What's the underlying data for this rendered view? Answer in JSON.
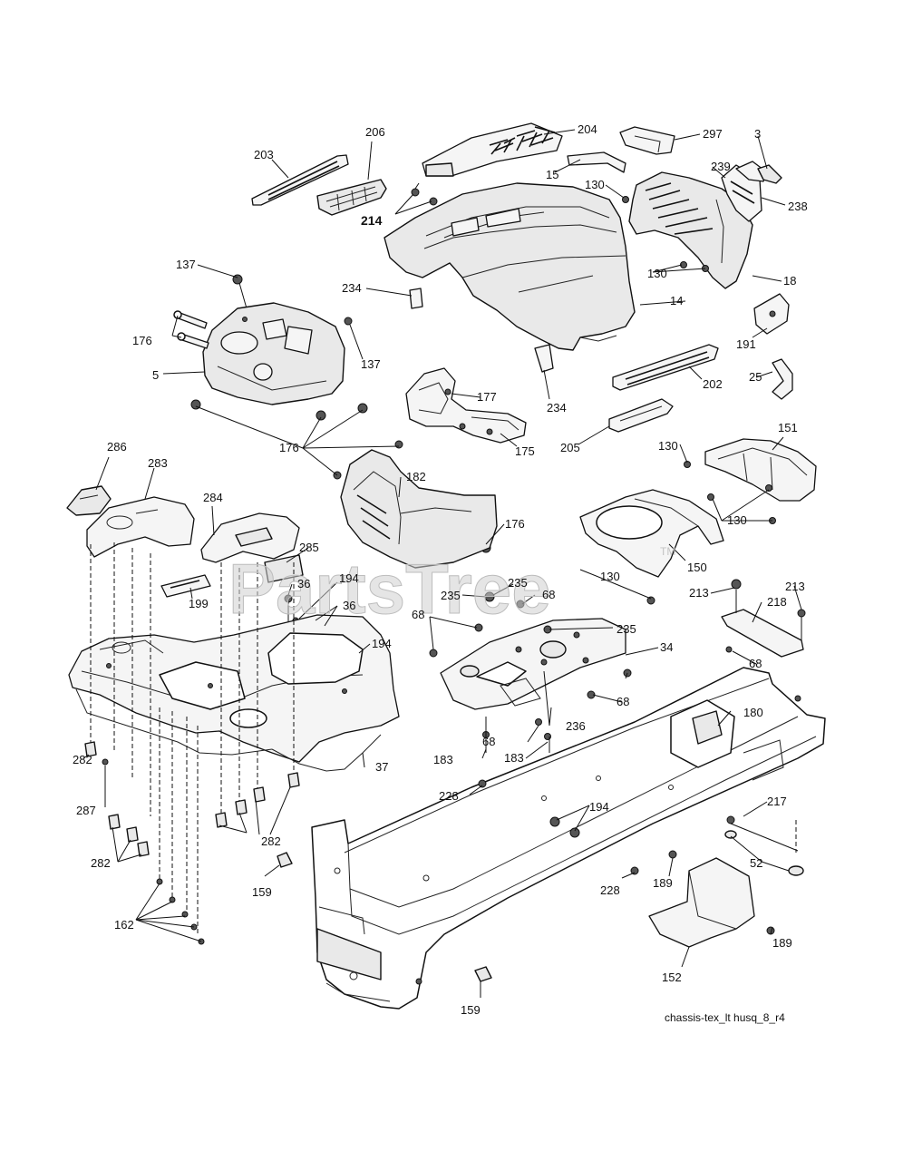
{
  "callouts": {
    "c203": "203",
    "c206": "206",
    "c204": "204",
    "c297": "297",
    "c3": "3",
    "c15": "15",
    "c130a": "130",
    "c239": "239",
    "c238": "238",
    "c214": "214",
    "c137a": "137",
    "c234a": "234",
    "c14": "14",
    "c130b": "130",
    "c18": "18",
    "c176a": "176",
    "c137b": "137",
    "c5": "5",
    "c191": "191",
    "c25": "25",
    "c177": "177",
    "c234b": "234",
    "c202": "202",
    "c176b": "176",
    "c175": "175",
    "c205": "205",
    "c130c": "130",
    "c151": "151",
    "c286": "286",
    "c283": "283",
    "c182": "182",
    "c176c": "176",
    "c130d": "130",
    "c284": "284",
    "c285": "285",
    "c150": "150",
    "c130e": "130",
    "c36a": "36",
    "c194a": "194",
    "c235a": "235",
    "c235b": "235",
    "c68a": "68",
    "c213a": "213",
    "c213b": "213",
    "c218": "218",
    "c199": "199",
    "c36b": "36",
    "c68b": "68",
    "c235c": "235",
    "c194b": "194",
    "c34": "34",
    "c68c": "68",
    "c68d": "68",
    "c282a": "282",
    "c37": "37",
    "c183a": "183",
    "c68e": "68",
    "c236": "236",
    "c183b": "183",
    "c180": "180",
    "c287": "287",
    "c228a": "228",
    "c194c": "194",
    "c217": "217",
    "c282b": "282",
    "c282c": "282",
    "c52": "52",
    "c159a": "159",
    "c228b": "228",
    "c189a": "189",
    "c189b": "189",
    "c162": "162",
    "c152": "152",
    "c159b": "159"
  },
  "watermark": {
    "text": "PartsTree",
    "mark": "TM"
  },
  "diagram_ref": "chassis-tex_lt husq_8_r4"
}
